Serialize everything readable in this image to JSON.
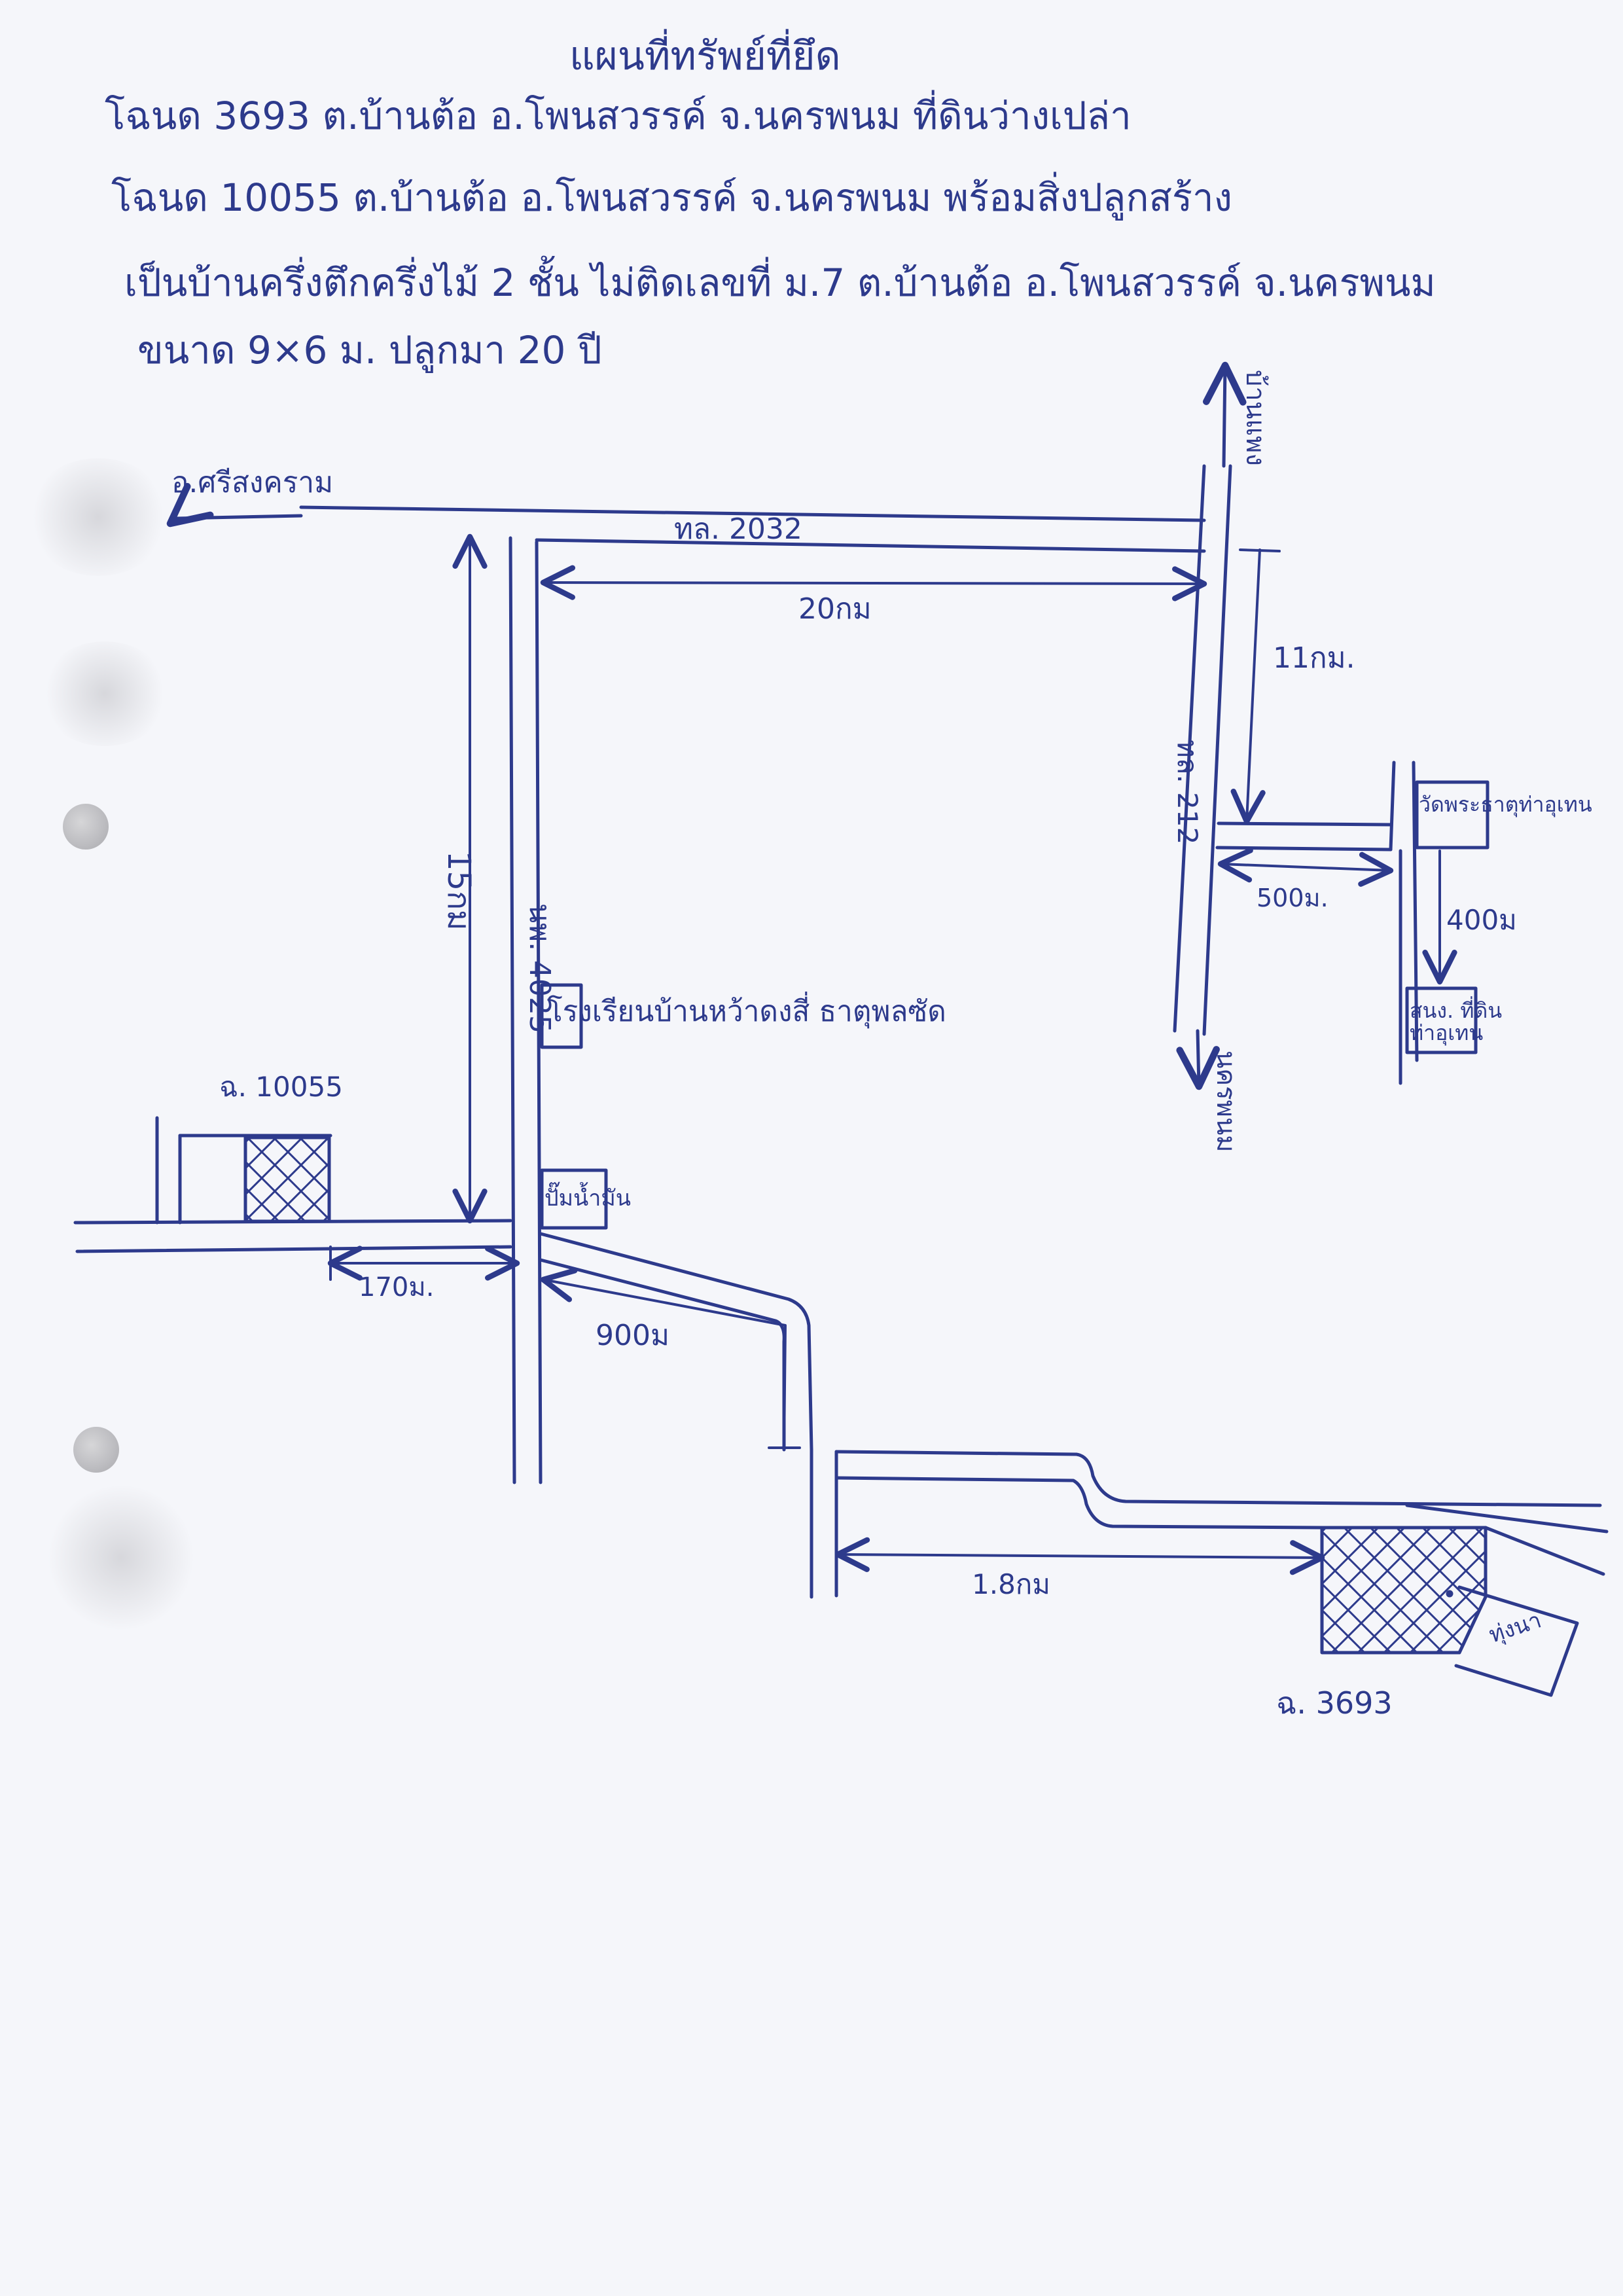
{
  "header": {
    "title": "แผนที่ทรัพย์ที่ยึด",
    "line1": "โฉนด 3693 ต.บ้านต้อ อ.โพนสวรรค์ จ.นครพนม ที่ดินว่างเปล่า",
    "line2": "โฉนด 10055 ต.บ้านต้อ อ.โพนสวรรค์ จ.นครพนม พร้อมสิ่งปลูกสร้าง",
    "line3": "เป็นบ้านครึ่งตึกครึ่งไม้ 2 ชั้น ไม่ติดเลขที่ ม.7 ต.บ้านต้อ อ.โพนสวรรค์ จ.นครพนม",
    "line4": "ขนาด 9×6 ม. ปลูกมา 20 ปี"
  },
  "map": {
    "labels": {
      "si_songkhram": "อ.ศรีสงคราม",
      "route_2032": "ทล. 2032",
      "dist_20km": "20กม",
      "route_4025": "นพ. 4025",
      "dist_15km": "15กม",
      "school": "โรงเรียนบ้านหว้าดงสี่ ธาตุพลซัด",
      "chanot_10055": "ฉ. 10055",
      "gas_station": "ปั๊มน้ำมัน",
      "dist_170m": "170ม.",
      "dist_900m": "900ม",
      "dist_1_8km": "1.8กม",
      "chanot_3693": "ฉ. 3693",
      "field": "ทุ่งนา",
      "to_north": "บ้านแพง",
      "dist_11km": "11กม.",
      "route_212": "ทล. 212",
      "to_south": "นครพนม",
      "temple": "วัดพระธาตุท่าอุเทน",
      "dist_500m": "500ม.",
      "dist_400m": "400ม",
      "land_office": "สนง. ที่ดิน ท่าอุเทน"
    }
  }
}
